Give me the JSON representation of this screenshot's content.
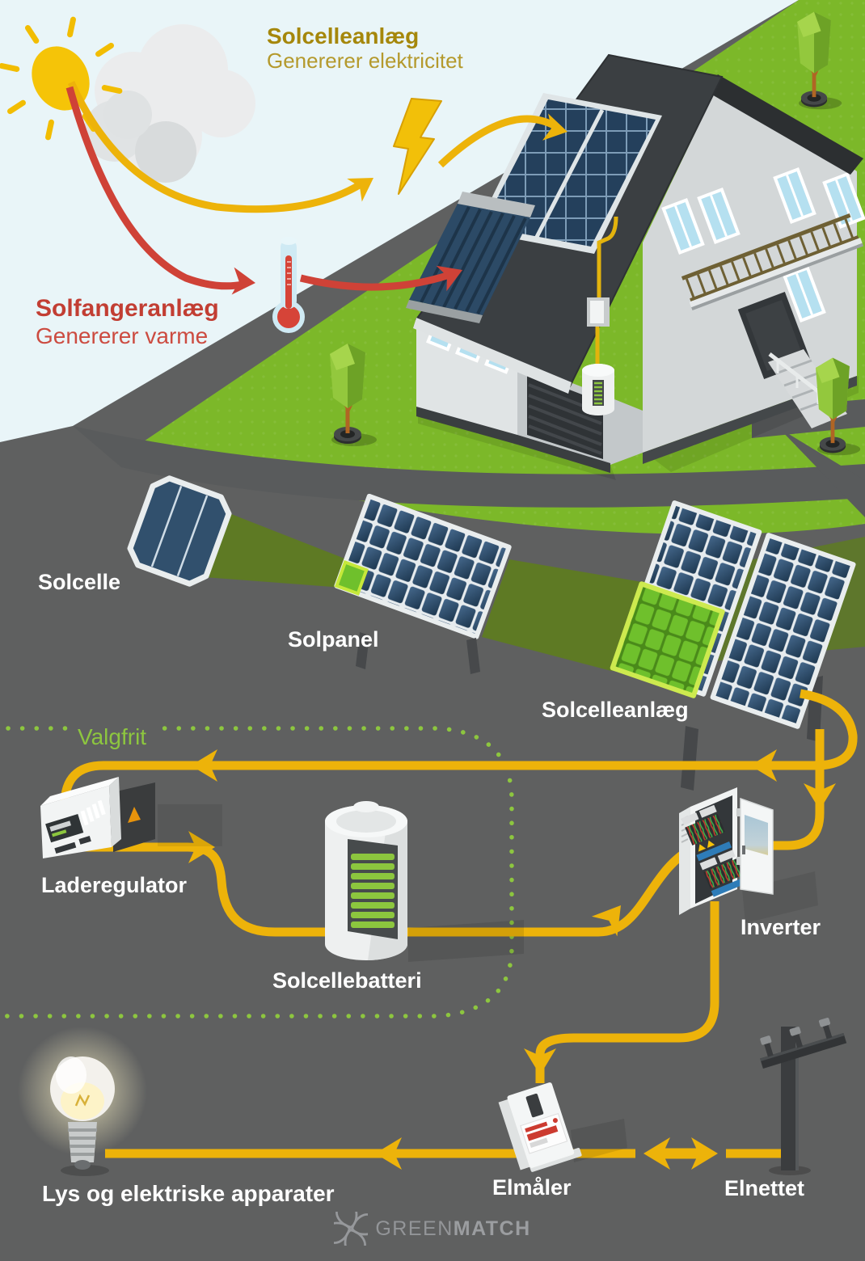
{
  "header": {
    "pv": {
      "title": "Solcelleanlæg",
      "subtitle": "Genererer elektricitet",
      "color": "#a5870b"
    },
    "thermal": {
      "title": "Solfangeranlæg",
      "subtitle": "Genererer varme",
      "color": "#c23e33"
    }
  },
  "components": {
    "cell": "Solcelle",
    "panel": "Solpanel",
    "array": "Solcelleanlæg",
    "optional": "Valgfrit",
    "charge_controller": "Laderegulator",
    "battery": "Solcellebatteri",
    "inverter": "Inverter",
    "meter": "Elmåler",
    "grid": "Elnettet",
    "appliances": "Lys og elektriske apparater"
  },
  "footer": {
    "brand_part1": "GREEN",
    "brand_part2": "MATCH"
  },
  "colors": {
    "sky": "#e9f5f8",
    "grass": "#7cb829",
    "ground": "#5f6060",
    "flow_yellow": "#edb30a",
    "sun_yellow": "#f5c408",
    "heat_red": "#cf4237",
    "optional_green": "#8dc63f",
    "battery_green": "#8cc63e",
    "panel_blue": "#2f4f70",
    "label_white": "#ffffff",
    "logo_gray": "#96989b"
  },
  "icons": {
    "sun-icon": "sun with rays",
    "cloud-icon": "cloud",
    "lightning-icon": "electricity bolt",
    "thermometer-icon": "heat thermometer",
    "house-illustration": "house with rooftop PV and solar collector",
    "solar-cell-icon": "single solar cell",
    "solar-panel-icon": "solar panel",
    "solar-array-icon": "solar panel array",
    "charge-controller-icon": "charge controller box",
    "battery-icon": "solar battery cylinder",
    "inverter-icon": "inverter cabinet",
    "light-bulb-icon": "glowing light bulb",
    "electric-meter-icon": "electricity meter",
    "power-pole-icon": "utility pole",
    "greenmatch-logo-icon": "four leaf clover logo"
  }
}
